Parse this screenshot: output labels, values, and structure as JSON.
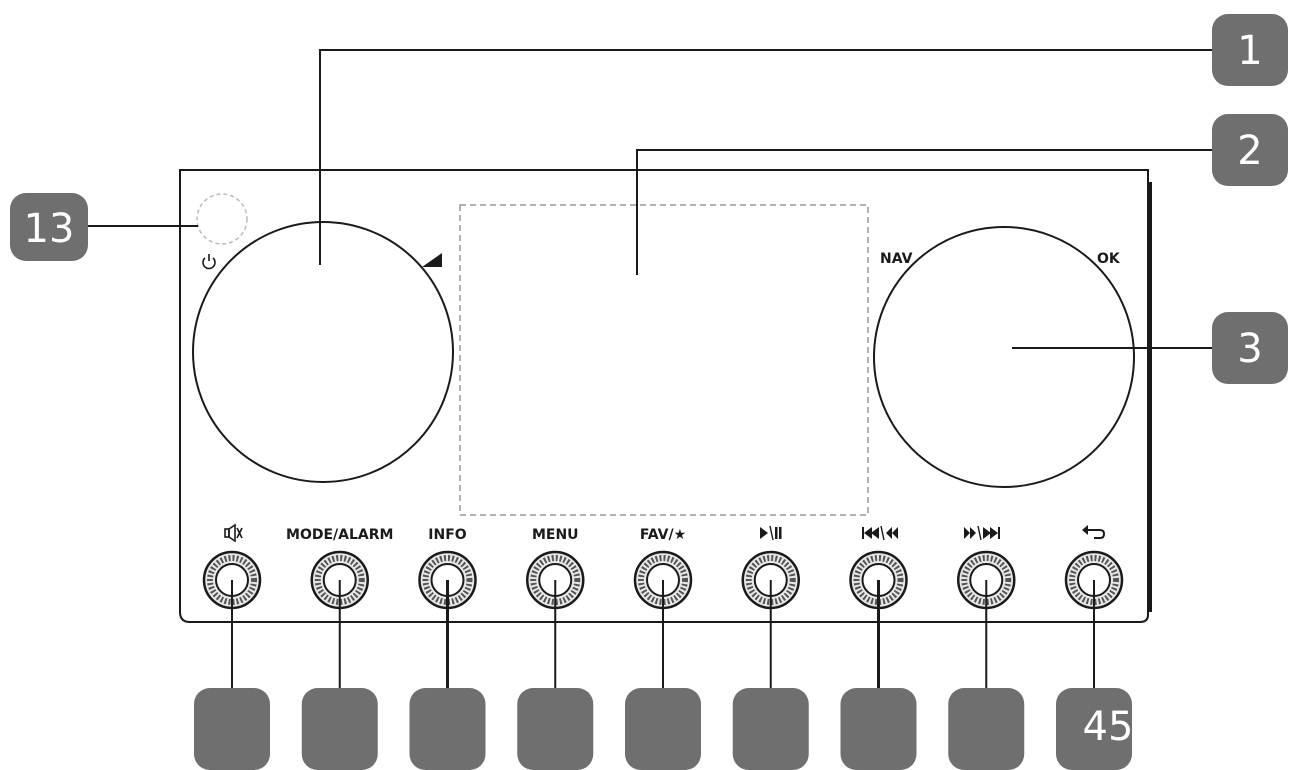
{
  "callouts": {
    "c1": "1",
    "c2": "2",
    "c3": "3",
    "c13": "13",
    "bottom_visible": "45"
  },
  "knobs": {
    "left_icons": [
      "power-icon",
      "volume-icon"
    ],
    "nav_label": "NAV",
    "ok_label": "OK"
  },
  "buttons": [
    {
      "label": "",
      "icon": "mute-icon"
    },
    {
      "label": "MODE/ALARM"
    },
    {
      "label": "INFO"
    },
    {
      "label": "MENU"
    },
    {
      "label": "FAV/★"
    },
    {
      "label": "",
      "icon": "play-pause-icon"
    },
    {
      "label": "",
      "icon": "prev-rewind-icon"
    },
    {
      "label": "",
      "icon": "forward-next-icon"
    },
    {
      "label": "",
      "icon": "back-icon"
    }
  ],
  "colors": {
    "badge": "#6f6f6f",
    "line": "#1a1a1a"
  }
}
